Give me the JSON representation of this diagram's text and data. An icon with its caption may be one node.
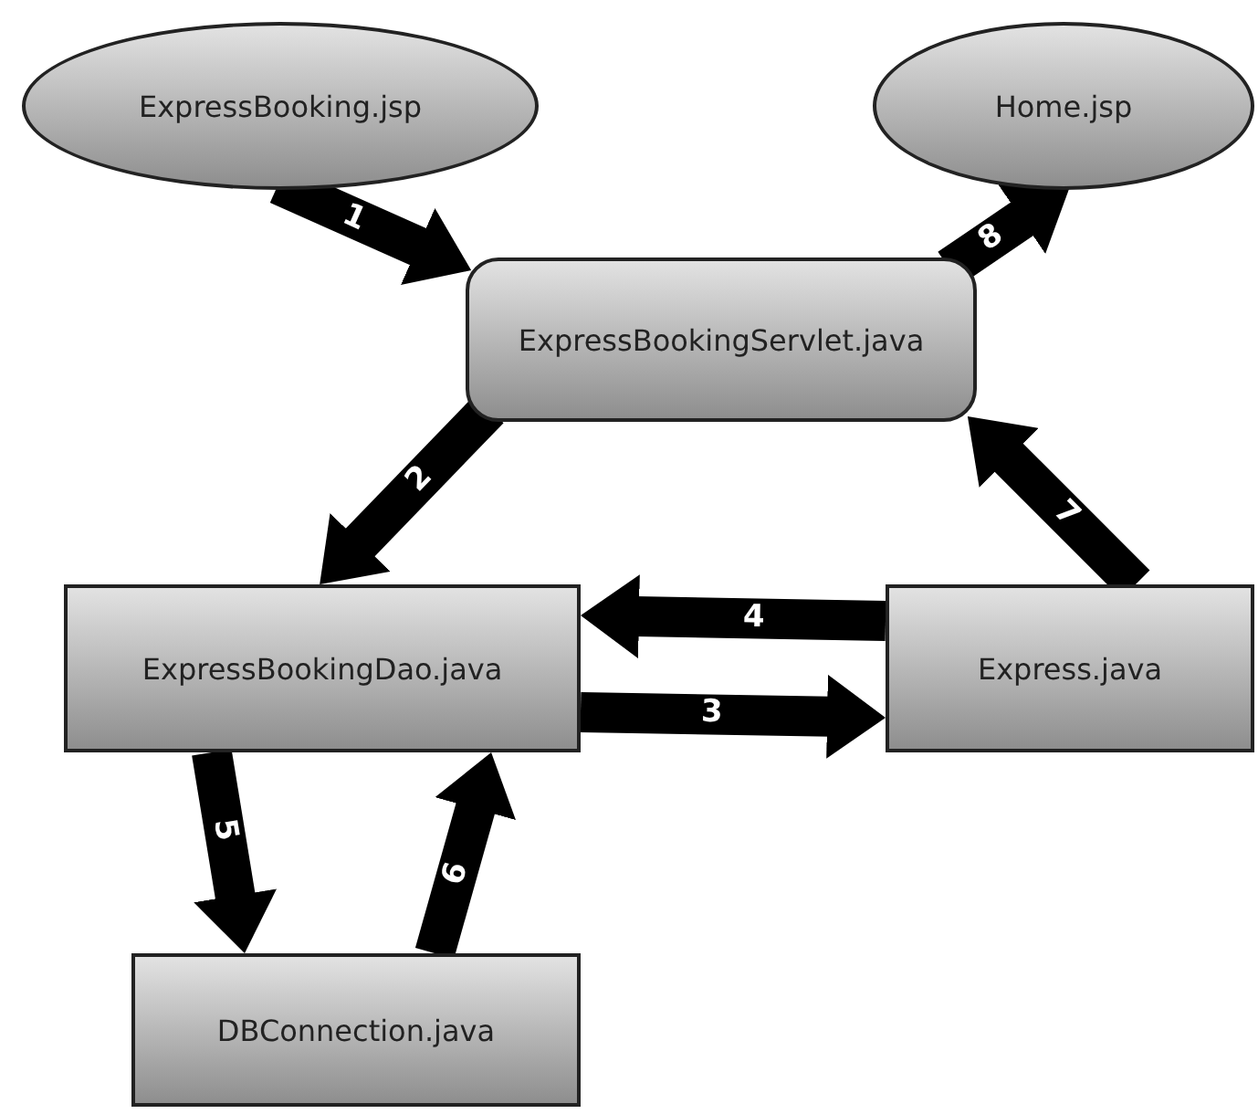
{
  "diagram": {
    "nodes": [
      {
        "text": [
          "ExpressBooking.jsp"
        ]
      },
      {
        "text": [
          "Home.jsp"
        ]
      },
      {
        "text": [
          "ExpressBookingServlet.java"
        ]
      },
      {
        "text": [
          "ExpressBookingDao.java"
        ]
      },
      {
        "text": [
          "Express.java"
        ]
      },
      {
        "text": [
          "DBConnection.java"
        ]
      }
    ],
    "edges": [
      {
        "from": 0,
        "to": 2,
        "arrow": "to",
        "label": "1"
      },
      {
        "from": 2,
        "to": 3,
        "arrow": "to",
        "label": "2"
      },
      {
        "from": 3,
        "to": 4,
        "arrow": "to",
        "label": "3"
      },
      {
        "from": 4,
        "to": 3,
        "arrow": "to",
        "label": "4"
      },
      {
        "from": 3,
        "to": 5,
        "arrow": "to",
        "label": "5"
      },
      {
        "from": 5,
        "to": 3,
        "arrow": "to",
        "label": "6"
      },
      {
        "from": 4,
        "to": 2,
        "arrow": "to",
        "label": "7"
      },
      {
        "from": 2,
        "to": 1,
        "arrow": "to",
        "label": "8"
      }
    ]
  }
}
